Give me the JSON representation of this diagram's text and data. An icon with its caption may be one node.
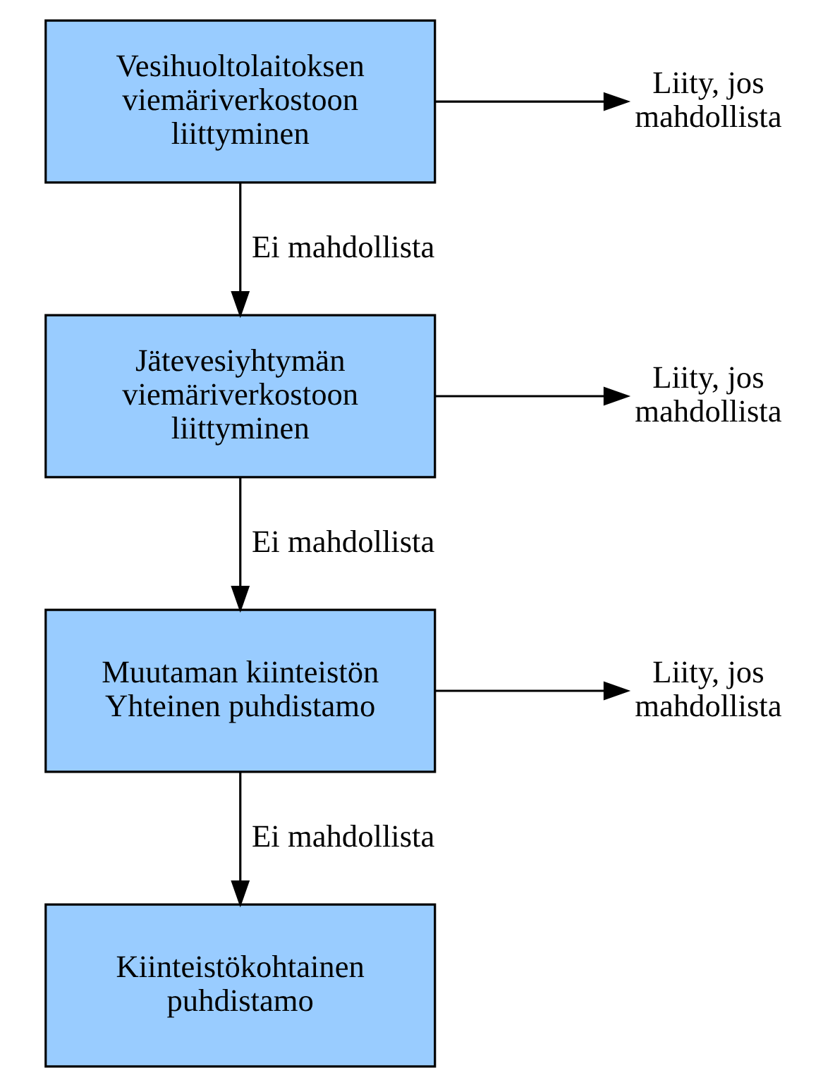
{
  "diagram": {
    "nodes": [
      {
        "text": [
          "Vesihuoltolaitoksen viemäriverkostoon liittyminen"
        ]
      },
      {
        "text": [
          "Liity, jos mahdollista"
        ]
      },
      {
        "text": [
          "Jätevesiyhtymän viemäriverkostoon liittyminen"
        ]
      },
      {
        "text": [
          "Liity, jos mahdollista"
        ]
      },
      {
        "text": [
          "Muutaman kiinteistön Yhteinen puhdistamo"
        ]
      },
      {
        "text": [
          "Liity, jos mahdollista"
        ]
      },
      {
        "text": [
          "Kiinteistökohtainen puhdistamo"
        ]
      }
    ],
    "edges": [
      {
        "from": 0,
        "to": 1,
        "arrow": "to"
      },
      {
        "from": 0,
        "to": 2,
        "arrow": "to",
        "label": "Ei mahdollista"
      },
      {
        "from": 2,
        "to": 3,
        "arrow": "to"
      },
      {
        "from": 2,
        "to": 4,
        "arrow": "to",
        "label": "Ei mahdollista"
      },
      {
        "from": 4,
        "to": 5,
        "arrow": "to"
      },
      {
        "from": 4,
        "to": 6,
        "arrow": "to",
        "label": "Ei mahdollista"
      }
    ]
  }
}
